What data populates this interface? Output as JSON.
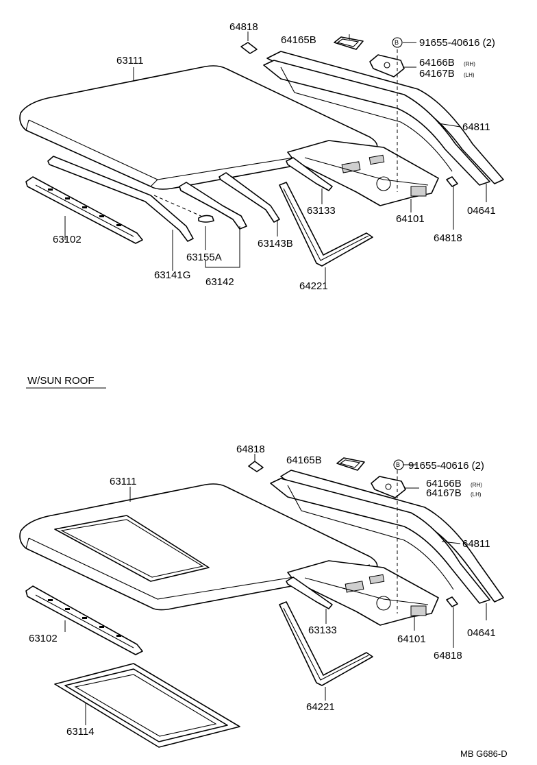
{
  "top": {
    "labels": {
      "roof_panel": "63111",
      "clip_upper": "64818",
      "bracket_upper": "64165B",
      "bolt_mark": "B",
      "bolt": "91655-40616 (2)",
      "hinge_rh": "64166B",
      "hinge_rh_side": "(RH)",
      "hinge_lh": "64167B",
      "hinge_lh_side": "(LH)",
      "back_door_panel": "64811",
      "retainer": "04641",
      "clip_lower": "64818",
      "front_header": "63102",
      "roof_bow": "63133",
      "back_panel": "64101",
      "side_rail": "63141G",
      "pad": "63155A",
      "reinforcement": "63142",
      "rear_bow": "63143B",
      "weatherstrip": "64221"
    }
  },
  "section_heading": "W/SUN ROOF",
  "bottom": {
    "labels": {
      "clip_upper": "64818",
      "bracket_upper": "64165B",
      "bolt_mark": "B",
      "bolt": "91655-40616 (2)",
      "roof_panel": "63111",
      "hinge_rh": "64166B",
      "hinge_rh_side": "(RH)",
      "hinge_lh": "64167B",
      "hinge_lh_side": "(LH)",
      "back_door_panel": "64811",
      "front_header": "63102",
      "roof_bow": "63133",
      "back_panel": "64101",
      "retainer": "04641",
      "clip_lower": "64818",
      "weatherstrip": "64221",
      "sunroof_frame": "63114"
    }
  },
  "footer_code": "MB G686-D"
}
